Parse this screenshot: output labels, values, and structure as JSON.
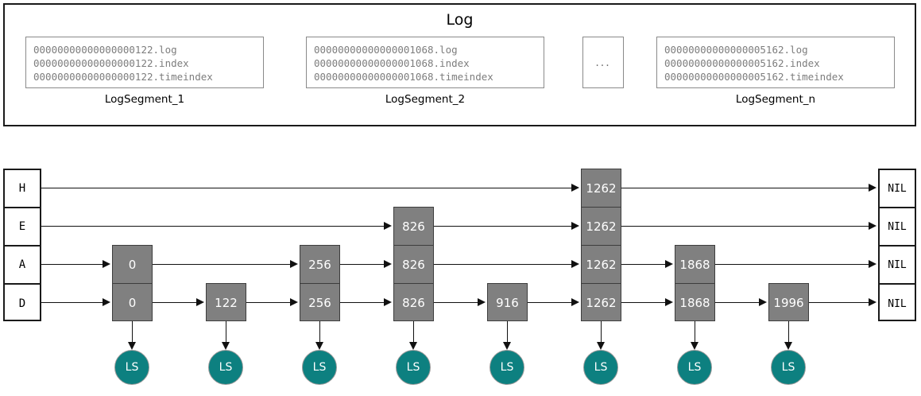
{
  "log_panel": {
    "title": "Log",
    "segments": [
      {
        "label": "LogSegment_1",
        "files": [
          "00000000000000000122.log",
          "00000000000000000122.index",
          "00000000000000000122.timeindex"
        ]
      },
      {
        "label": "LogSegment_2",
        "files": [
          "00000000000000001068.log",
          "00000000000000001068.index",
          "00000000000000001068.timeindex"
        ]
      },
      {
        "label": "LogSegment_n",
        "files": [
          "00000000000000005162.log",
          "00000000000000005162.index",
          "00000000000000005162.timeindex"
        ]
      }
    ],
    "ellipsis": "..."
  },
  "skiplist": {
    "head_levels": [
      "H",
      "E",
      "A",
      "D"
    ],
    "nil_levels": [
      "NIL",
      "NIL",
      "NIL",
      "NIL"
    ],
    "level_count": 4,
    "nodes": [
      {
        "value": "0",
        "height": 2,
        "top_level": 2
      },
      {
        "value": "122",
        "height": 1,
        "top_level": 3
      },
      {
        "value": "256",
        "height": 2,
        "top_level": 2
      },
      {
        "value": "826",
        "height": 3,
        "top_level": 1
      },
      {
        "value": "916",
        "height": 1,
        "top_level": 3
      },
      {
        "value": "1262",
        "height": 4,
        "top_level": 0
      },
      {
        "value": "1868",
        "height": 2,
        "top_level": 2
      },
      {
        "value": "1996",
        "height": 1,
        "top_level": 3
      }
    ],
    "segment_ref_label": "LS",
    "segment_ref_count": 8
  },
  "colors": {
    "node_fill": "#808080",
    "node_border": "#3d3d3d",
    "segment_ref_fill": "#0d8080",
    "panel_border": "#1a1a1a",
    "file_text": "#7d7d7d"
  }
}
